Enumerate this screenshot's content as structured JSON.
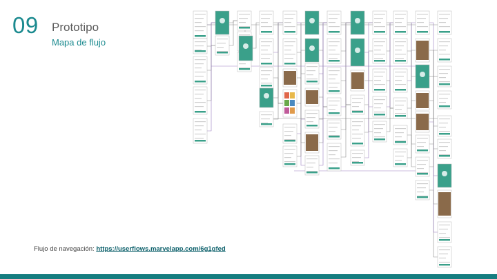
{
  "slide": {
    "number": "09",
    "title": "Prototipo",
    "subtitle": "Mapa de flujo"
  },
  "footnote": {
    "label": "Flujo de navegación: ",
    "link_text": "https://userflows.marvelapp.com/6g1gfed"
  },
  "colors": {
    "accent": "#1b8a8f",
    "bar": "#157d80",
    "screen_green": "#3aa08a",
    "connector_purple": "#9a7fc0",
    "connector_gray": "#8a8a8a"
  }
}
